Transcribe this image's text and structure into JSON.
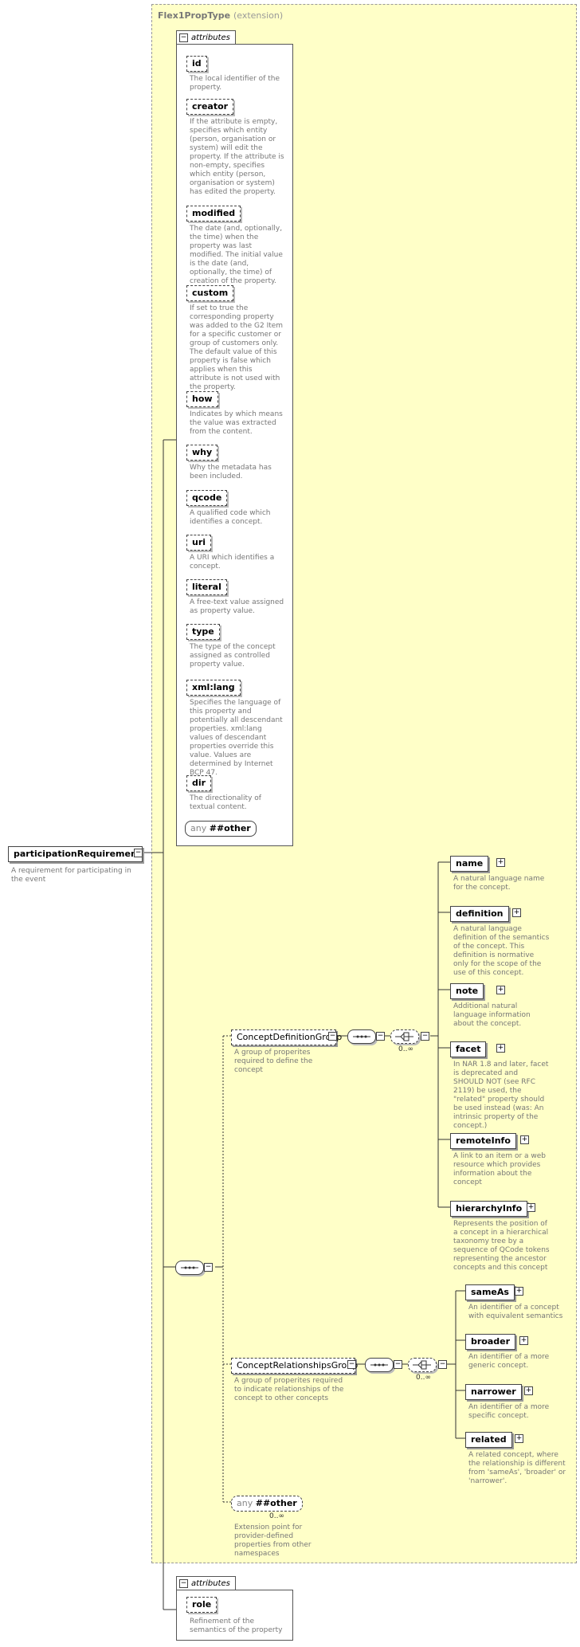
{
  "extension": {
    "title": "Flex1PropType",
    "subtitle": "(extension)"
  },
  "attributes_tab": "attributes",
  "attributes": [
    {
      "name": "id",
      "desc": "The local identifier of the property."
    },
    {
      "name": "creator",
      "desc": "If the attribute is empty, specifies which entity (person, organisation or system) will edit the property. If the attribute is non-empty, specifies which entity (person, organisation or system) has edited the property."
    },
    {
      "name": "modified",
      "desc": "The date (and, optionally, the time) when the property was last modified. The initial value is the date (and, optionally, the time) of creation of the property."
    },
    {
      "name": "custom",
      "desc": "If set to true the corresponding property was added to the G2 Item for a specific customer or group of customers only. The default value of this property is false which applies when this attribute is not used with the property."
    },
    {
      "name": "how",
      "desc": "Indicates by which means the value was extracted from the content."
    },
    {
      "name": "why",
      "desc": "Why the metadata has been included."
    },
    {
      "name": "qcode",
      "desc": "A qualified code which identifies a concept."
    },
    {
      "name": "uri",
      "desc": "A URI which identifies a concept."
    },
    {
      "name": "literal",
      "desc": "A free-text value assigned as property value."
    },
    {
      "name": "type",
      "desc": "The type of the concept assigned as controlled property value."
    },
    {
      "name": "xml:lang",
      "desc": "Specifies the language of this property and potentially all descendant properties. xml:lang values of descendant properties override this value. Values are determined by Internet BCP 47."
    },
    {
      "name": "dir",
      "desc": "The directionality of textual content."
    }
  ],
  "attr_any": {
    "label": "any",
    "value": "##other"
  },
  "root": {
    "name": "participationRequirement",
    "desc": "A requirement for participating in the event"
  },
  "concept_def_group": {
    "name": "ConceptDefinitionGroup",
    "desc": "A group of properites required to define the concept",
    "occurs": "0..∞"
  },
  "concept_def_items": [
    {
      "name": "name",
      "desc": "A natural language name for the concept."
    },
    {
      "name": "definition",
      "desc": "A natural language definition of the semantics of the concept. This definition is normative only for the scope of the use of this concept."
    },
    {
      "name": "note",
      "desc": "Additional natural language information about the concept."
    },
    {
      "name": "facet",
      "desc": "In NAR 1.8 and later, facet is deprecated and SHOULD NOT (see RFC 2119) be used, the \"related\" property should be used instead (was: An intrinsic property of the concept.)"
    },
    {
      "name": "remoteInfo",
      "desc": "A link to an item or a web resource which provides information about the concept"
    },
    {
      "name": "hierarchyInfo",
      "desc": "Represents the position of a concept in a hierarchical taxonomy tree by a sequence of QCode tokens representing the ancestor concepts and this concept"
    }
  ],
  "concept_rel_group": {
    "name": "ConceptRelationshipsGroup",
    "desc": "A group of properites required to indicate relationships of the concept to other concepts",
    "occurs": "0..∞"
  },
  "concept_rel_items": [
    {
      "name": "sameAs",
      "desc": "An identifier of a concept with equivalent semantics"
    },
    {
      "name": "broader",
      "desc": "An identifier of a more generic concept."
    },
    {
      "name": "narrower",
      "desc": "An identifier of a more specific concept."
    },
    {
      "name": "related",
      "desc": "A related concept, where the relationship is different from 'sameAs', 'broader' or 'narrower'."
    }
  ],
  "any_other": {
    "label": "any",
    "value": "##other",
    "occurs": "0..∞",
    "desc": "Extension point for provider-defined properties from other namespaces"
  },
  "bottom_attributes_tab": "attributes",
  "bottom_attributes": [
    {
      "name": "role",
      "desc": "Refinement of the semantics of the property"
    }
  ]
}
